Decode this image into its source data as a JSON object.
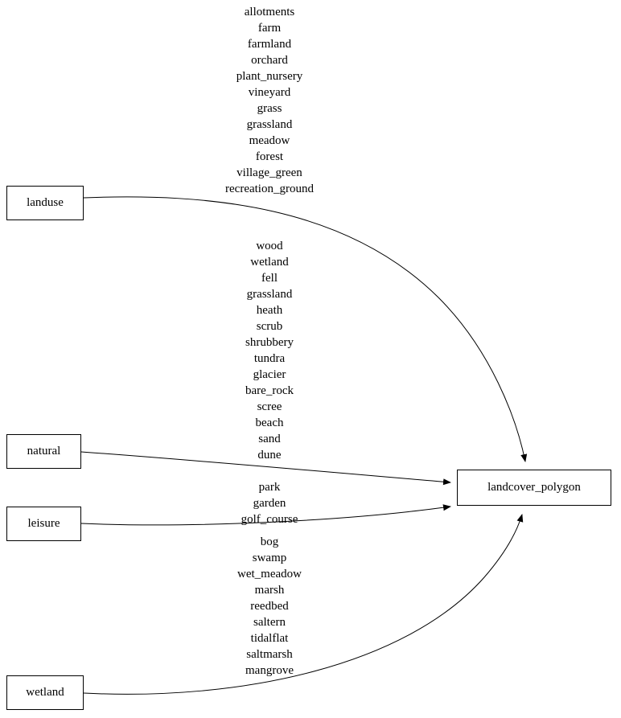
{
  "nodes": {
    "landuse": "landuse",
    "natural": "natural",
    "leisure": "leisure",
    "wetland": "wetland",
    "landcover": "landcover_polygon"
  },
  "edge_labels": {
    "landuse": "allotments\nfarm\nfarmland\norchard\nplant_nursery\nvineyard\ngrass\ngrassland\nmeadow\nforest\nvillage_green\nrecreation_ground",
    "natural": "wood\nwetland\nfell\ngrassland\nheath\nscrub\nshrubbery\ntundra\nglacier\nbare_rock\nscree\nbeach\nsand\ndune",
    "leisure": "park\ngarden\ngolf_course",
    "wetland": "bog\nswamp\nwet_meadow\nmarsh\nreedbed\nsaltern\ntidalflat\nsaltmarsh\nmangrove"
  },
  "colors": {
    "background": "#ffffff",
    "node_border": "#000000",
    "edge": "#000000",
    "text": "#000000"
  }
}
